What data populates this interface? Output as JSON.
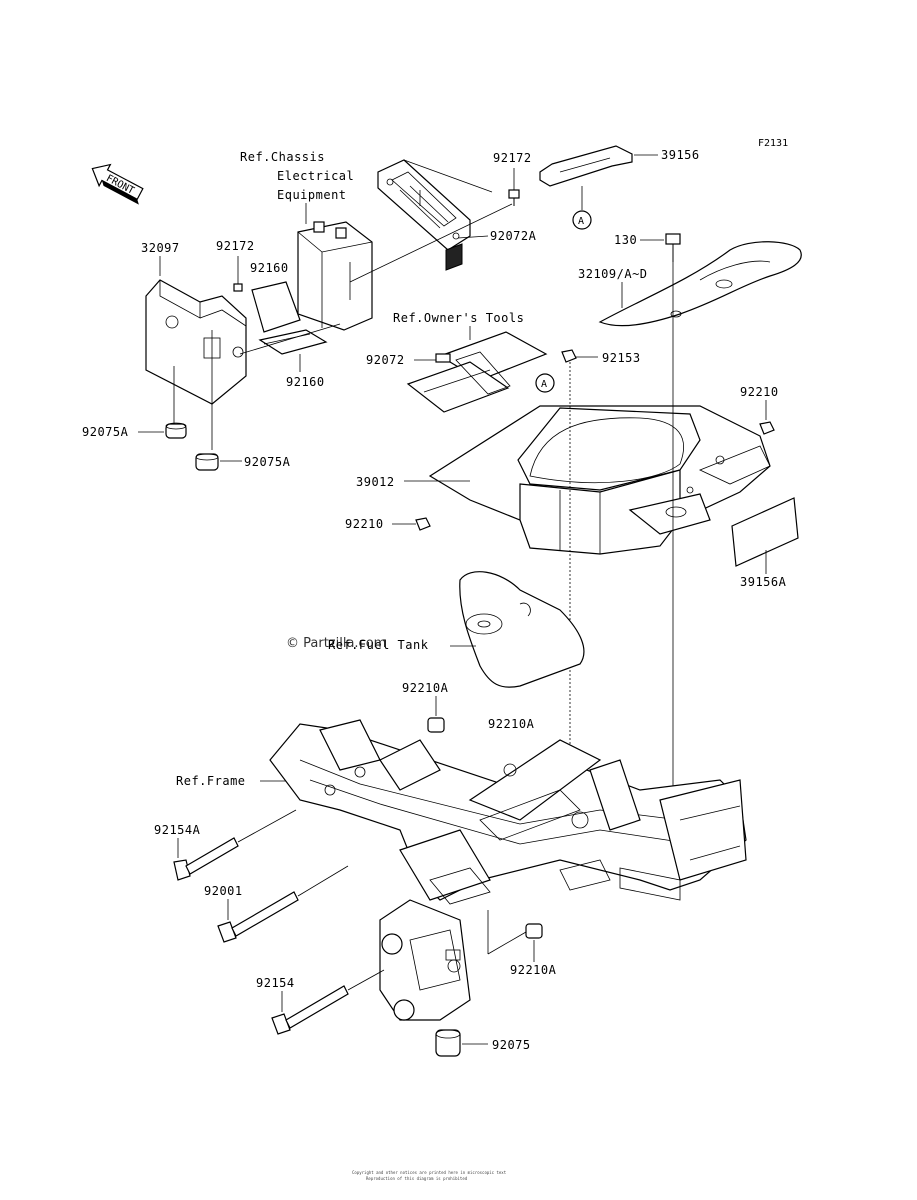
{
  "figure_code": "F2131",
  "front_label": "FRONT",
  "watermark": "© Partzilla.com",
  "footer_lines": [
    "Copyright and other notices are printed here in microscopic text",
    "Reproduction of this diagram is prohibited"
  ],
  "refs": {
    "chassis_line1": "Ref.Chassis",
    "chassis_line2": "Electrical",
    "chassis_line3": "Equipment",
    "owners_tools": "Ref.Owner's Tools",
    "fuel_tank": "Ref.Fuel Tank",
    "frame": "Ref.Frame"
  },
  "callouts": {
    "a_top": "A",
    "a_mid": "A"
  },
  "parts": [
    {
      "id": "p92172a",
      "number": "92172"
    },
    {
      "id": "p39156",
      "number": "39156"
    },
    {
      "id": "p92072a",
      "number": "92072A"
    },
    {
      "id": "p32097",
      "number": "32097"
    },
    {
      "id": "p92172b",
      "number": "92172"
    },
    {
      "id": "p92160a",
      "number": "92160"
    },
    {
      "id": "p92160b",
      "number": "92160"
    },
    {
      "id": "p130",
      "number": "130"
    },
    {
      "id": "p32109",
      "number": "32109/A~D"
    },
    {
      "id": "p92072",
      "number": "92072"
    },
    {
      "id": "p92153",
      "number": "92153"
    },
    {
      "id": "p92075a1",
      "number": "92075A"
    },
    {
      "id": "p92075a2",
      "number": "92075A"
    },
    {
      "id": "p92210a",
      "number": "92210"
    },
    {
      "id": "p39012",
      "number": "39012"
    },
    {
      "id": "p92210b",
      "number": "92210"
    },
    {
      "id": "p39156a",
      "number": "39156A"
    },
    {
      "id": "p92210A1",
      "number": "92210A"
    },
    {
      "id": "p92210A2",
      "number": "92210A"
    },
    {
      "id": "p92154a",
      "number": "92154A"
    },
    {
      "id": "p92001",
      "number": "92001"
    },
    {
      "id": "p92154",
      "number": "92154"
    },
    {
      "id": "p92210A3",
      "number": "92210A"
    },
    {
      "id": "p92075",
      "number": "92075"
    }
  ]
}
